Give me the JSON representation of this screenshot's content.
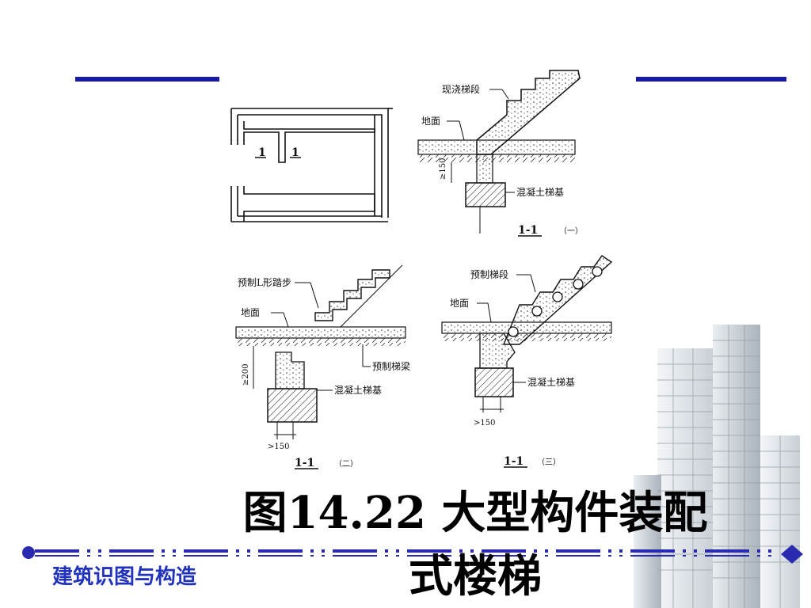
{
  "figure": {
    "title_line1": "图14.22  大型构件装配",
    "title_line2": "式楼梯"
  },
  "footer": {
    "course_title": "建筑识图与构造"
  },
  "diagram": {
    "plan_marks": [
      "1",
      "1"
    ],
    "detail1": {
      "label_cast_flight": "现浇梯段",
      "label_ground": "地面",
      "label_foundation": "混凝土梯基",
      "dim": "≥150",
      "section": "1-1",
      "section_note": "（一）"
    },
    "detail2": {
      "label_l_step": "预制L形踏步",
      "label_ground": "地面",
      "label_beam": "预制梯梁",
      "label_foundation": "混凝土梯基",
      "dim_vertical": "≥200",
      "dim_horizontal": ">150",
      "section": "1-1",
      "section_note": "（二）"
    },
    "detail3": {
      "label_precast_flight": "预制梯段",
      "label_ground": "地面",
      "label_foundation": "混凝土梯基",
      "dim": ">150",
      "section": "1-1",
      "section_note": "（三）"
    }
  },
  "colors": {
    "accent_bar": "#1a1aaa",
    "footer_text": "#2233bb",
    "footer_line": "#2a2ab0"
  }
}
